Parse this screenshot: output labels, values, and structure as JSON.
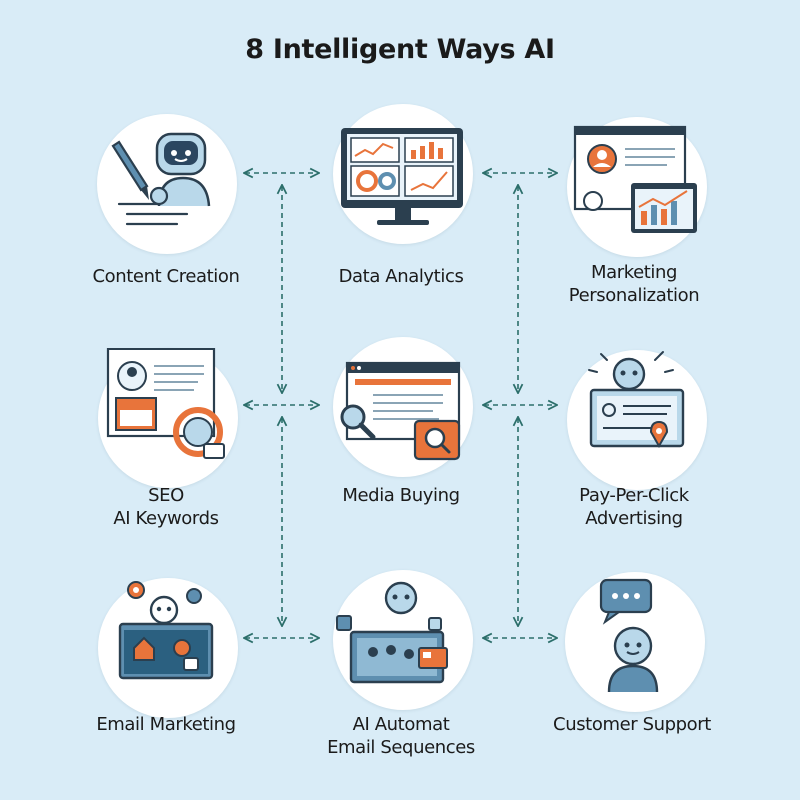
{
  "title": "8 Intelligent Ways AI",
  "nodes": [
    {
      "id": "content-creation",
      "lines": [
        "Content Creation"
      ],
      "icon": "robot-writing-icon"
    },
    {
      "id": "data-analytics",
      "lines": [
        "Data Analytics"
      ],
      "icon": "analytics-dashboard-icon"
    },
    {
      "id": "marketing-personalization",
      "lines": [
        "Marketing",
        "Personalization"
      ],
      "icon": "profile-charts-icon"
    },
    {
      "id": "seo-ai-keywords",
      "lines": [
        "SEO",
        "AI Keywords"
      ],
      "icon": "seo-profile-icon"
    },
    {
      "id": "media-buying",
      "lines": [
        "Media Buying"
      ],
      "icon": "browser-search-icon"
    },
    {
      "id": "pay-per-click",
      "lines": [
        "Pay-Per-Click",
        "Advertising"
      ],
      "icon": "robot-ad-icon"
    },
    {
      "id": "email-marketing",
      "lines": [
        "Email Marketing"
      ],
      "icon": "robot-email-icon"
    },
    {
      "id": "ai-automat-email",
      "lines": [
        "AI Automat",
        "Email Sequences"
      ],
      "icon": "robot-sequence-icon"
    },
    {
      "id": "customer-support",
      "lines": [
        "Customer Support"
      ],
      "icon": "support-chat-icon"
    }
  ],
  "colors": {
    "background": "#d9ecf7",
    "connector": "#2c6f6b",
    "orange": "#e8743b",
    "blue": "#5e8fb0",
    "dark": "#2b3f4f",
    "robot": "#b9d8ea"
  }
}
